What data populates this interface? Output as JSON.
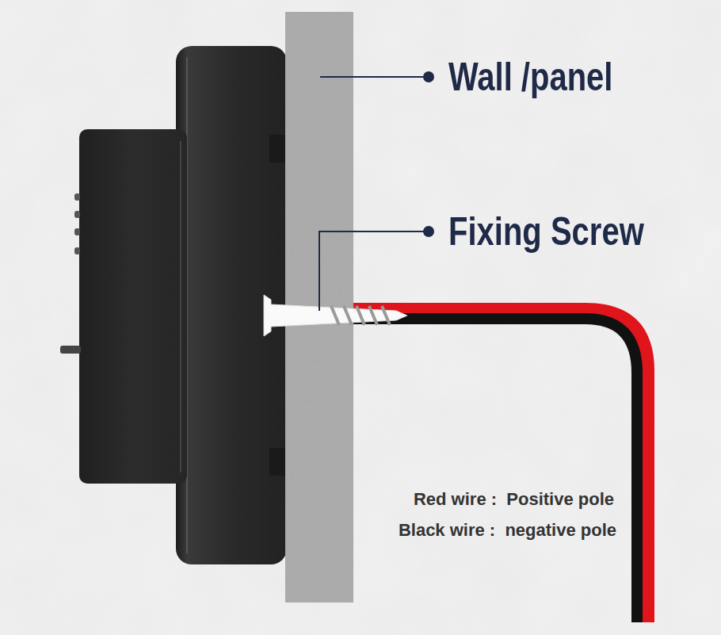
{
  "diagram": {
    "labels": [
      "Wall /panel",
      "Fixing Screw",
      "Red wire :  Positive pole",
      "Black wire :  negative pole"
    ]
  }
}
